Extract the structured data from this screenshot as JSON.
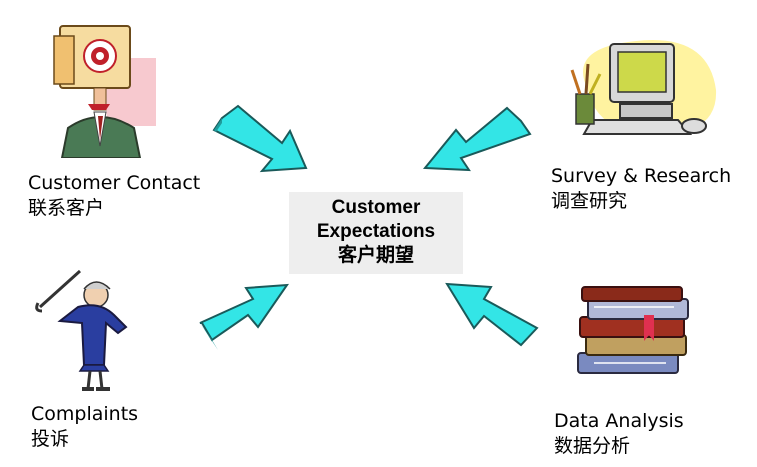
{
  "center": {
    "line1": "Customer",
    "line2": "Expectations",
    "line3": "客户期望"
  },
  "nodes": {
    "customer_contact": {
      "en": "Customer Contact",
      "zh": "联系客户",
      "icon": "person-with-target-icon"
    },
    "survey_research": {
      "en": "Survey & Research",
      "zh": "调查研究",
      "icon": "computer-icon"
    },
    "complaints": {
      "en": "Complaints",
      "zh": "投诉",
      "icon": "complaining-woman-icon"
    },
    "data_analysis": {
      "en": "Data Analysis",
      "zh": "数据分析",
      "icon": "books-icon"
    }
  },
  "colors": {
    "arrow_fill": "#33e5e6",
    "arrow_stroke": "#1a6b6b",
    "center_bg": "#eeeeee"
  }
}
